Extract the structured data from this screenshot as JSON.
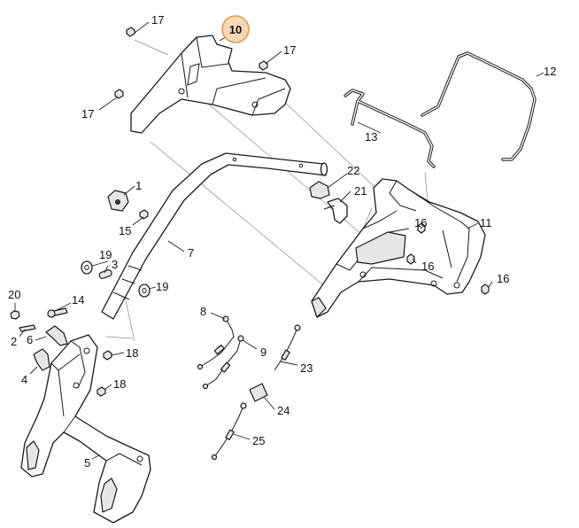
{
  "highlight": {
    "label": "10",
    "color": "#e39a52",
    "fill": "#f8d9b5"
  },
  "labels": {
    "p1": "1",
    "p2": "2",
    "p3": "3",
    "p4": "4",
    "p5": "5",
    "p6": "6",
    "p7": "7",
    "p8": "8",
    "p9": "9",
    "p11": "11",
    "p12": "12",
    "p13": "13",
    "p14": "14",
    "p15": "15",
    "p16a": "16",
    "p16b": "16",
    "p16c": "16",
    "p17a": "17",
    "p17b": "17",
    "p17c": "17",
    "p18a": "18",
    "p18b": "18",
    "p19a": "19",
    "p19b": "19",
    "p20": "20",
    "p21": "21",
    "p22": "22",
    "p23": "23",
    "p24": "24",
    "p25": "25"
  }
}
